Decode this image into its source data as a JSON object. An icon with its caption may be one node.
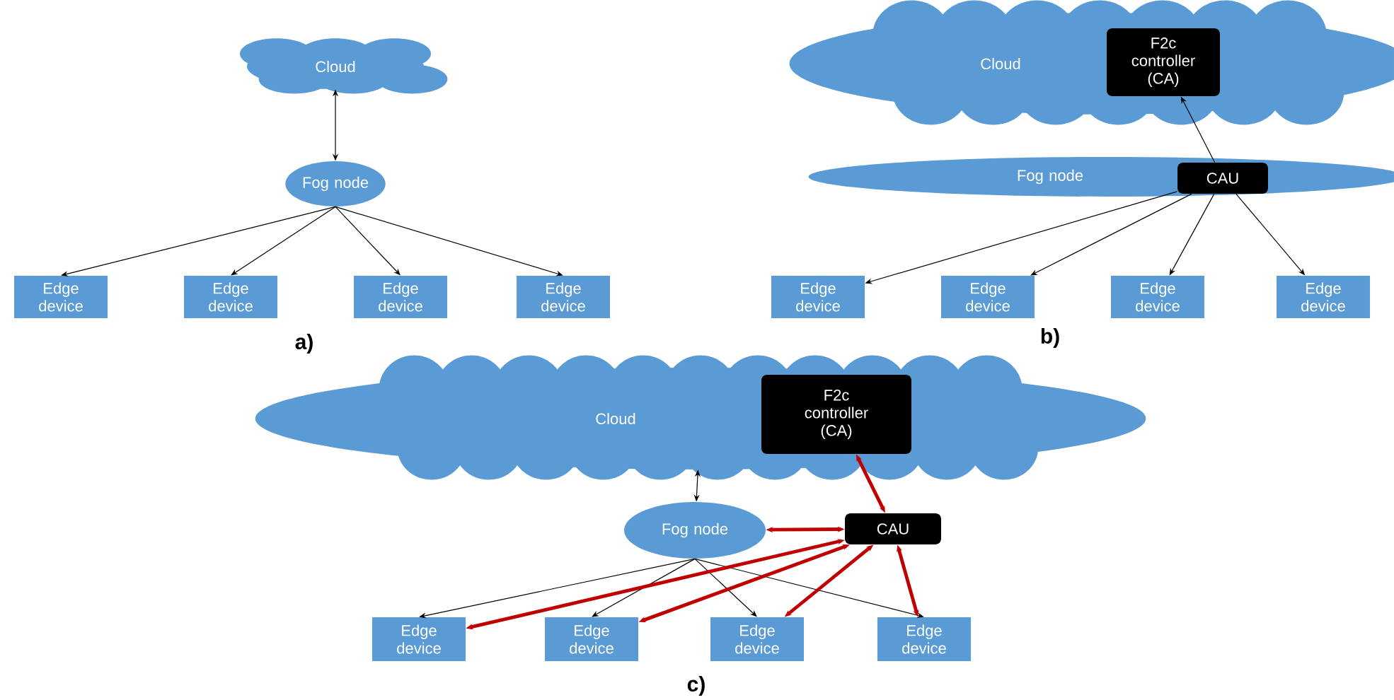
{
  "diagram": {
    "nodes": [
      {
        "text": [
          "Cloud"
        ]
      },
      {
        "text": [
          "Fog node"
        ]
      },
      {
        "text": [
          "Edge device"
        ]
      },
      {
        "text": [
          "Edge device"
        ]
      },
      {
        "text": [
          "Edge device"
        ]
      },
      {
        "text": [
          "Edge device"
        ]
      },
      {
        "text": [
          "Cloud"
        ]
      },
      {
        "text": [
          "F2c controller (CA)"
        ],
        "in": 6
      },
      {
        "text": [
          "Fog node"
        ]
      },
      {
        "text": [
          "CAU"
        ],
        "in": 8
      },
      {
        "text": [
          "Edge device"
        ]
      },
      {
        "text": [
          "Edge device"
        ]
      },
      {
        "text": [
          "Edge device"
        ]
      },
      {
        "text": [
          "Edge device"
        ]
      },
      {
        "text": [
          "Cloud"
        ]
      },
      {
        "text": [
          "F2c controller (CA)"
        ],
        "in": 14
      },
      {
        "text": [
          "Fog node"
        ]
      },
      {
        "text": [
          "CAU"
        ]
      },
      {
        "text": [
          "Edge device"
        ]
      },
      {
        "text": [
          "Edge device"
        ]
      },
      {
        "text": [
          "Edge device"
        ]
      },
      {
        "text": [
          "Edge device"
        ]
      }
    ],
    "edges": [
      {
        "from": 1,
        "to": 0,
        "arrow": "both"
      },
      {
        "from": 1,
        "to": 2,
        "arrow": "to"
      },
      {
        "from": 1,
        "to": 3,
        "arrow": "to"
      },
      {
        "from": 1,
        "to": 4,
        "arrow": "to"
      },
      {
        "from": 1,
        "to": 5,
        "arrow": "to"
      },
      {
        "from": 9,
        "to": 7,
        "arrow": "to"
      },
      {
        "from": 9,
        "to": 10,
        "arrow": "to"
      },
      {
        "from": 9,
        "to": 11,
        "arrow": "to"
      },
      {
        "from": 9,
        "to": 12,
        "arrow": "to"
      },
      {
        "from": 9,
        "to": 13,
        "arrow": "to"
      },
      {
        "from": 16,
        "to": 14,
        "arrow": "both"
      },
      {
        "from": 17,
        "to": 15,
        "arrow": "both",
        "style": "thick",
        "color": "#c00000"
      },
      {
        "from": 16,
        "to": 17,
        "arrow": "both",
        "style": "thick",
        "color": "#c00000"
      },
      {
        "from": 16,
        "to": 18,
        "arrow": "to"
      },
      {
        "from": 16,
        "to": 19,
        "arrow": "to"
      },
      {
        "from": 16,
        "to": 20,
        "arrow": "to"
      },
      {
        "from": 16,
        "to": 21,
        "arrow": "to"
      },
      {
        "from": 17,
        "to": 18,
        "arrow": "both",
        "style": "thick",
        "color": "#c00000"
      },
      {
        "from": 17,
        "to": 19,
        "arrow": "both",
        "style": "thick",
        "color": "#c00000"
      },
      {
        "from": 17,
        "to": 20,
        "arrow": "both",
        "style": "thick",
        "color": "#c00000"
      },
      {
        "from": 17,
        "to": 21,
        "arrow": "both",
        "style": "thick",
        "color": "#c00000"
      }
    ],
    "labels": [
      "a)",
      "b)",
      "c)"
    ]
  }
}
